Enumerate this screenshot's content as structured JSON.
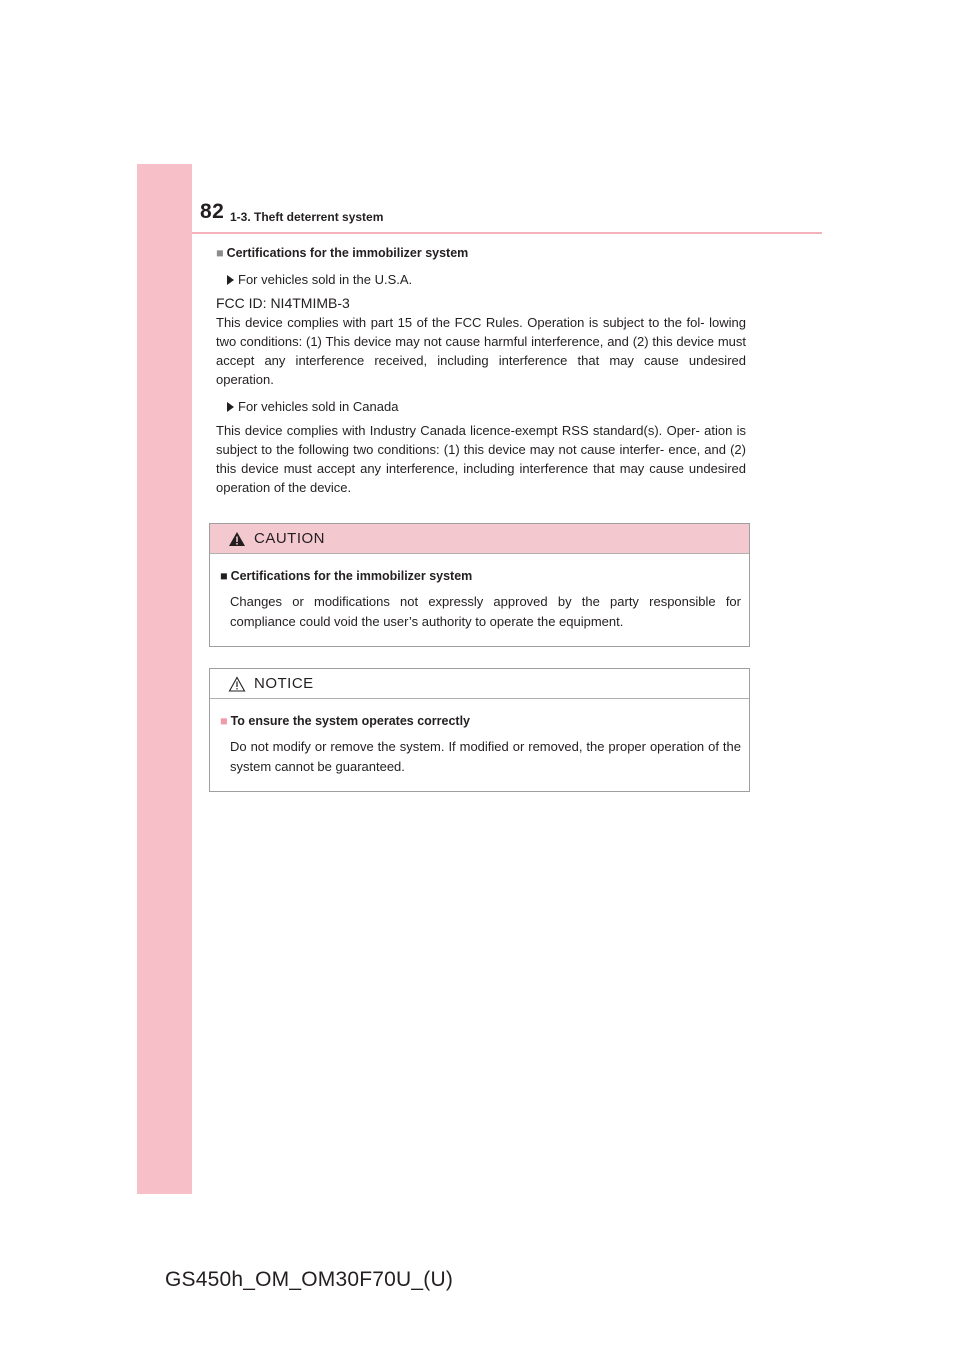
{
  "header": {
    "page_number": "82",
    "section": "1-3. Theft deterrent system"
  },
  "main": {
    "heading": "Certifications for the immobilizer system",
    "heading_marker": "■",
    "usa": {
      "label": "For vehicles sold in the U.S.A.",
      "fcc_id": "FCC ID: NI4TMIMB-3",
      "text": "This device complies with part 15 of the FCC Rules. Operation is subject to the fol- lowing two conditions: (1) This device may not cause harmful interference, and (2) this device must accept any interference received, including interference that may cause undesired operation."
    },
    "canada": {
      "label": "For vehicles sold in Canada",
      "text": "This device complies with Industry Canada licence-exempt RSS standard(s). Oper- ation is subject to the following two conditions: (1) this device may not cause interfer- ence, and (2) this device must accept any interference, including interference that may cause undesired operation of the device."
    }
  },
  "caution": {
    "title": "CAUTION",
    "icon": "warning-triangle-filled-icon",
    "heading_marker": "■",
    "heading": "Certifications for the immobilizer system",
    "text": "Changes or modifications not expressly approved by the party responsible for compliance could void the user’s authority to operate the equipment."
  },
  "notice": {
    "title": "NOTICE",
    "icon": "warning-triangle-outline-icon",
    "heading_marker": "■",
    "heading": "To ensure the system operates correctly",
    "text": "Do not modify or remove the system. If modified or removed, the proper operation of the system cannot be guaranteed."
  },
  "footer": {
    "model_code": "GS450h_OM_OM30F70U_(U)"
  },
  "colors": {
    "accent_pink": "#f7bfc7",
    "caution_header": "#f4c8cf",
    "rule": "#f4b2bd",
    "text": "#231f20"
  }
}
